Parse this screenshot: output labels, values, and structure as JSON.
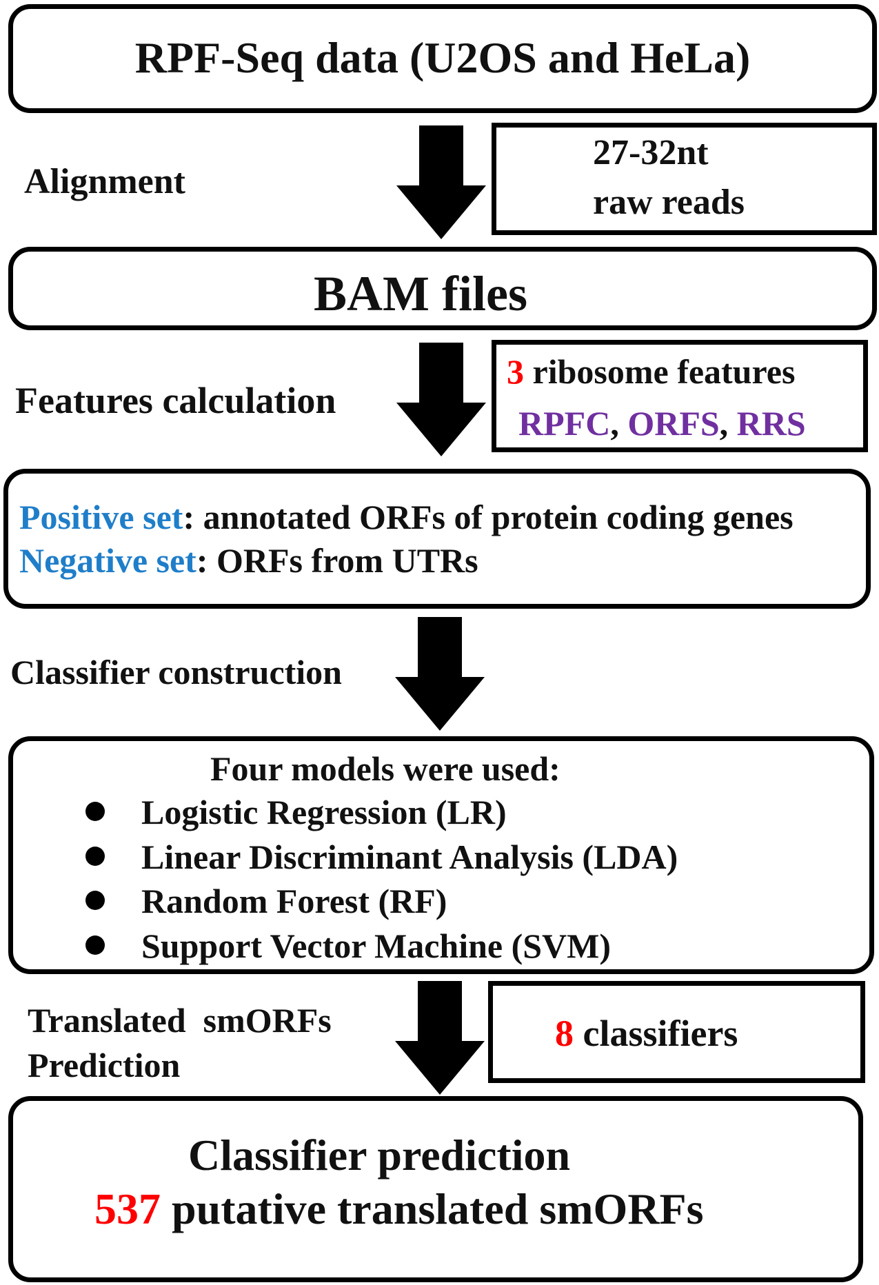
{
  "step1": {
    "label": "RPF-Seq data (U2OS and HeLa)"
  },
  "step2": {
    "label": "BAM files",
    "side_label": "Alignment",
    "note_line1": "27-32nt",
    "note_line2": "raw reads"
  },
  "step3": {
    "side_label": "Features calculation",
    "note_count": "3",
    "note_text": " ribosome features",
    "feat1": "RPFC",
    "sep1": ", ",
    "feat2": "ORFS",
    "sep2": ", ",
    "feat3": "RRS",
    "positive_key": "Positive set",
    "positive_text": ": annotated ORFs of protein coding genes",
    "negative_key": "Negative set",
    "negative_text": ": ORFs from UTRs"
  },
  "step4": {
    "side_label": "Classifier construction",
    "title": "Four models were used:",
    "models": [
      "Logistic Regression (LR)",
      "Linear Discriminant Analysis (LDA)",
      "Random Forest (RF)",
      "Support Vector Machine (SVM)"
    ]
  },
  "step5": {
    "side_label_line1": "Translated  smORFs",
    "side_label_line2": "Prediction",
    "note_count": "8",
    "note_text": " classifiers",
    "title": "Classifier prediction",
    "result_count": "537",
    "result_text": " putative translated smORFs"
  },
  "colors": {
    "highlight_red": "#ff0000",
    "set_blue": "#1f7ec9",
    "feature_purple": "#7030a0",
    "border": "#000000"
  }
}
